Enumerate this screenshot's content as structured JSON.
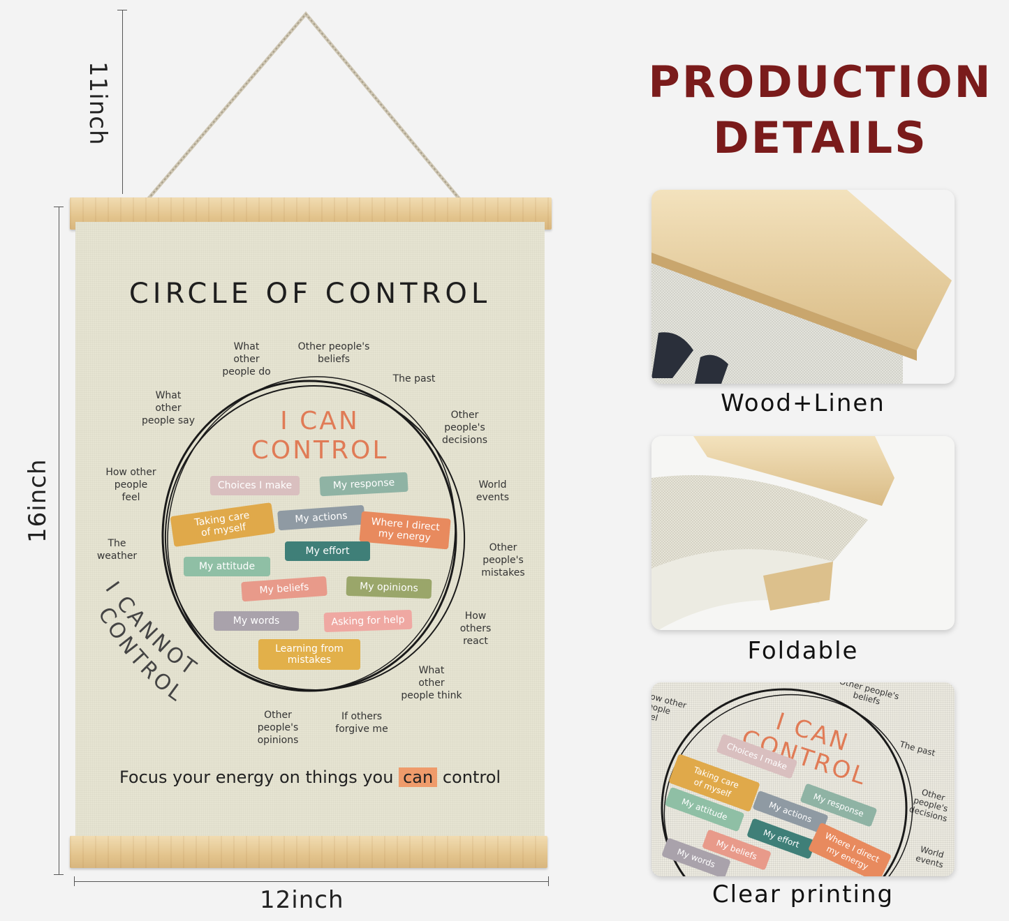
{
  "dimensions": {
    "hanger": "11inch",
    "height": "16inch",
    "width": "12inch"
  },
  "poster": {
    "title": "CIRCLE OF CONTROL",
    "can_label": "I CAN\nCONTROL",
    "cannot_label": "I CANNOT CONTROL",
    "focus_before": "Focus your energy on things you",
    "focus_highlight": "can",
    "focus_after": "control",
    "outer_items": [
      "What\nother\npeople do",
      "Other people's\nbeliefs",
      "The past",
      "Other\npeople's\ndecisions",
      "World\nevents",
      "Other\npeople's\nmistakes",
      "How\nothers\nreact",
      "What\nother\npeople think",
      "If others\nforgive me",
      "Other\npeople's\nopinions",
      "What\nother\npeople say",
      "How other\npeople\nfeel",
      "The\nweather"
    ],
    "inner_items": [
      {
        "label": "Choices I make",
        "color": "#d9bfbf"
      },
      {
        "label": "My response",
        "color": "#8fb3a4"
      },
      {
        "label": "Taking care\nof myself",
        "color": "#e0a94a"
      },
      {
        "label": "My actions",
        "color": "#8f9aa3"
      },
      {
        "label": "Where I direct\nmy energy",
        "color": "#e88a5e"
      },
      {
        "label": "My effort",
        "color": "#3f7f78"
      },
      {
        "label": "My attitude",
        "color": "#8fbfa5"
      },
      {
        "label": "My beliefs",
        "color": "#e89a8a"
      },
      {
        "label": "My opinions",
        "color": "#9aa66a"
      },
      {
        "label": "My words",
        "color": "#a9a2ab"
      },
      {
        "label": "Asking for help",
        "color": "#efa8a2"
      },
      {
        "label": "Learning from\nmistakes",
        "color": "#e2b04a"
      }
    ]
  },
  "details": {
    "heading": "PRODUCTION\nDETAILS",
    "cards": [
      {
        "caption": "Wood+Linen"
      },
      {
        "caption": "Foldable"
      },
      {
        "caption": "Clear printing"
      }
    ],
    "closeup_text": {
      "can_label": "I CAN\nCONTROL",
      "chips": [
        "Choices I make",
        "Taking care\nof myself",
        "My response",
        "My attitude",
        "My actions",
        "My effort",
        "Where I direct\nmy energy",
        "My beliefs",
        "My words"
      ],
      "outer": [
        "The past",
        "Other\npeople's\ndecisions",
        "World\nevents",
        "Other people's\nbeliefs",
        "ow other\neople\neel"
      ]
    }
  },
  "colors": {
    "heading": "#7a1b1b",
    "can_label": "#e07b56",
    "linen": "#e6e4d2",
    "wood": "#e3c48d"
  }
}
